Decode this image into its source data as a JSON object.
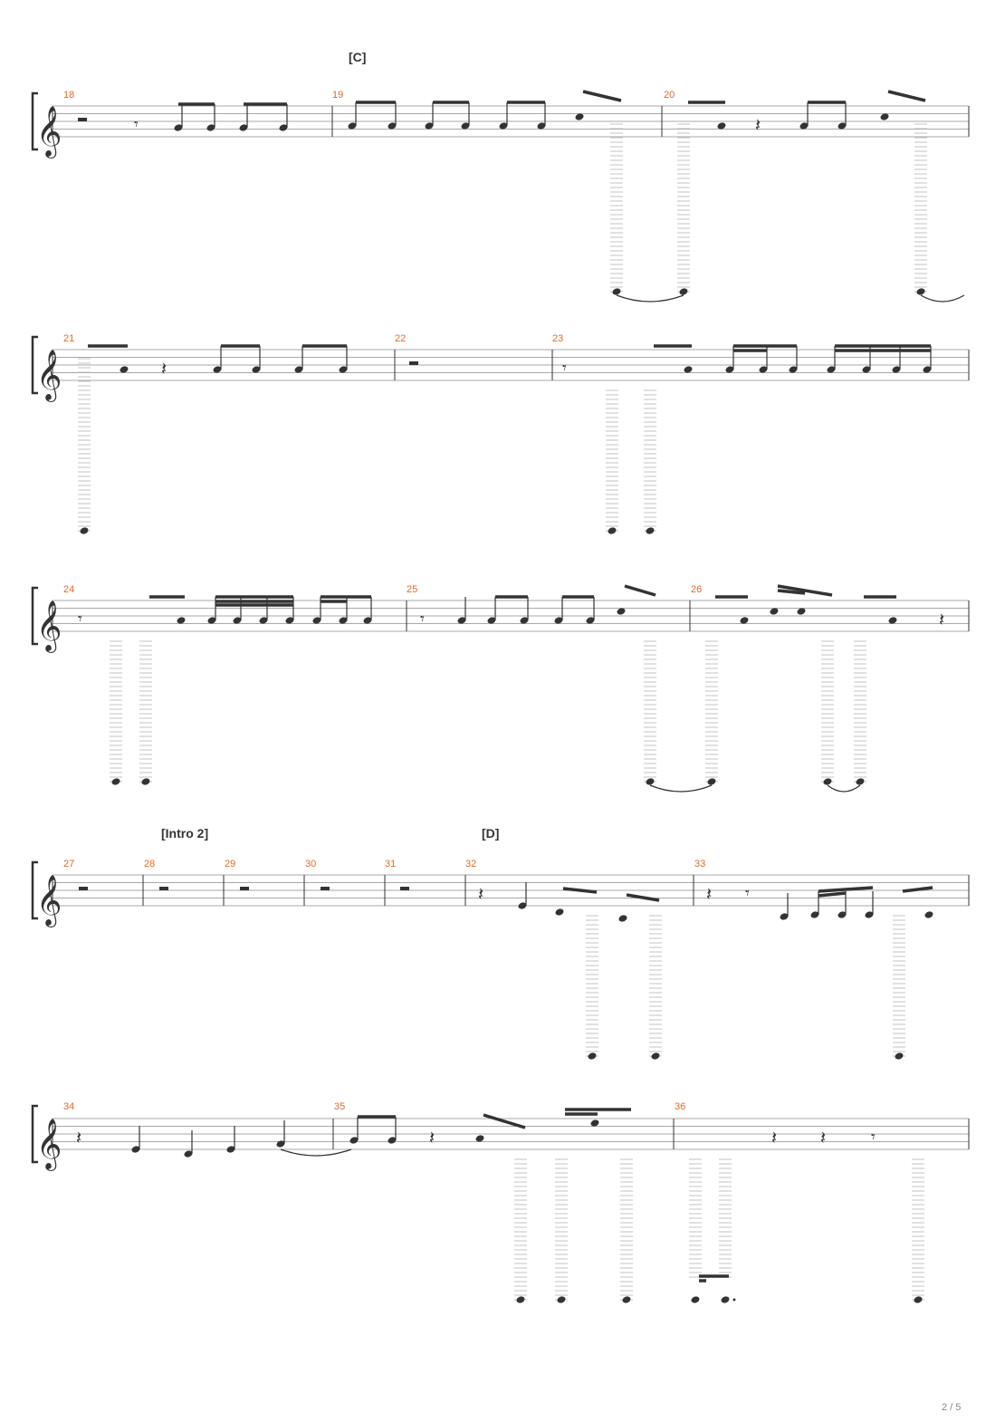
{
  "page": {
    "number_label": "2 / 5"
  },
  "colors": {
    "ink": "#333333",
    "staff_line": "#a8a8a8",
    "measure_number": "#e06a2c",
    "ledger": "#b4b4b4"
  },
  "systems": [
    {
      "measures": [
        {
          "number": "18",
          "section": ""
        },
        {
          "number": "19",
          "section": "[C]"
        },
        {
          "number": "20",
          "section": ""
        }
      ]
    },
    {
      "measures": [
        {
          "number": "21",
          "section": ""
        },
        {
          "number": "22",
          "section": ""
        },
        {
          "number": "23",
          "section": ""
        }
      ]
    },
    {
      "measures": [
        {
          "number": "24",
          "section": ""
        },
        {
          "number": "25",
          "section": ""
        },
        {
          "number": "26",
          "section": ""
        }
      ]
    },
    {
      "measures": [
        {
          "number": "27",
          "section": ""
        },
        {
          "number": "28",
          "section": "[Intro 2]"
        },
        {
          "number": "29",
          "section": ""
        },
        {
          "number": "30",
          "section": ""
        },
        {
          "number": "31",
          "section": ""
        },
        {
          "number": "32",
          "section": "[D]"
        },
        {
          "number": "33",
          "section": ""
        }
      ]
    },
    {
      "measures": [
        {
          "number": "34",
          "section": ""
        },
        {
          "number": "35",
          "section": ""
        },
        {
          "number": "36",
          "section": ""
        }
      ]
    }
  ]
}
